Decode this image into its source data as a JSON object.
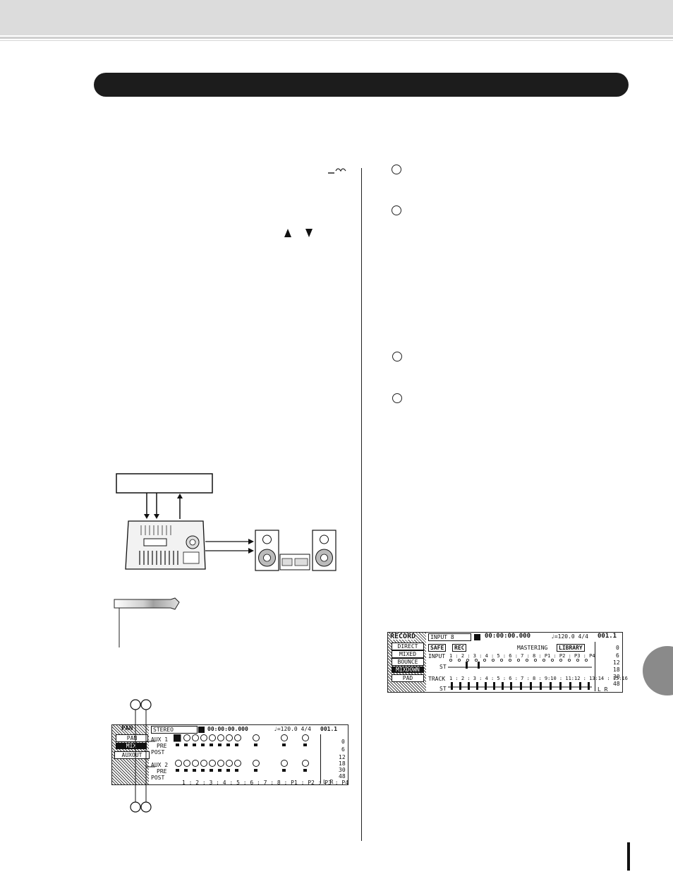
{
  "icons": {
    "jog_dial": "jog-dial-glyph",
    "up": "up-triangle",
    "down": "down-triangle",
    "note": "note-scroll"
  },
  "record_lcd": {
    "title": "RECORD",
    "input": "INPUT  8",
    "time": "00:00:00.000",
    "tempo": "♩=120.0 4/4",
    "counter": "001.1",
    "menu": [
      "DIRECT",
      "MIXED",
      "BOUNCE",
      "MIXDOWN",
      "PAD"
    ],
    "safe": "SAFE",
    "rec": "REC",
    "mastering": "MASTERING",
    "library": "LIBRARY",
    "input_label": "INPUT",
    "input_channels": "1 : 2 : 3 : 4 : 5 : 6 : 7 : 8 : P1 : P2 : P3 : P4",
    "st_label": "ST",
    "track_label": "TRACK",
    "track_channels": "1 : 2 : 3 : 4 : 5 : 6 : 7 : 8 : 9:10 : 11:12 : 13:14 : 15:16",
    "meter_scale": [
      "0",
      "6",
      "12",
      "18",
      "30",
      "48"
    ],
    "meter_lr": "L R"
  },
  "pan_lcd": {
    "title": "PAN",
    "menu": [
      "PAN",
      "MIX",
      "AUXOUT"
    ],
    "stereo": "STEREO",
    "time": "00:00:00.000",
    "tempo": "♩=120.0 4/4",
    "counter": "001.1",
    "rows1": [
      "AUX 1",
      "PRE",
      "POST"
    ],
    "rows2": [
      "AUX 2",
      "PRE",
      "POST"
    ],
    "bottom_channels": "1 : 2 : 3 : 4 : 5 : 6 : 7 : 8 : P1 : P2 : P3 : P4",
    "meter_scale": [
      "0",
      "6",
      "12",
      "18",
      "30",
      "48"
    ],
    "meter_lr": "L R"
  }
}
